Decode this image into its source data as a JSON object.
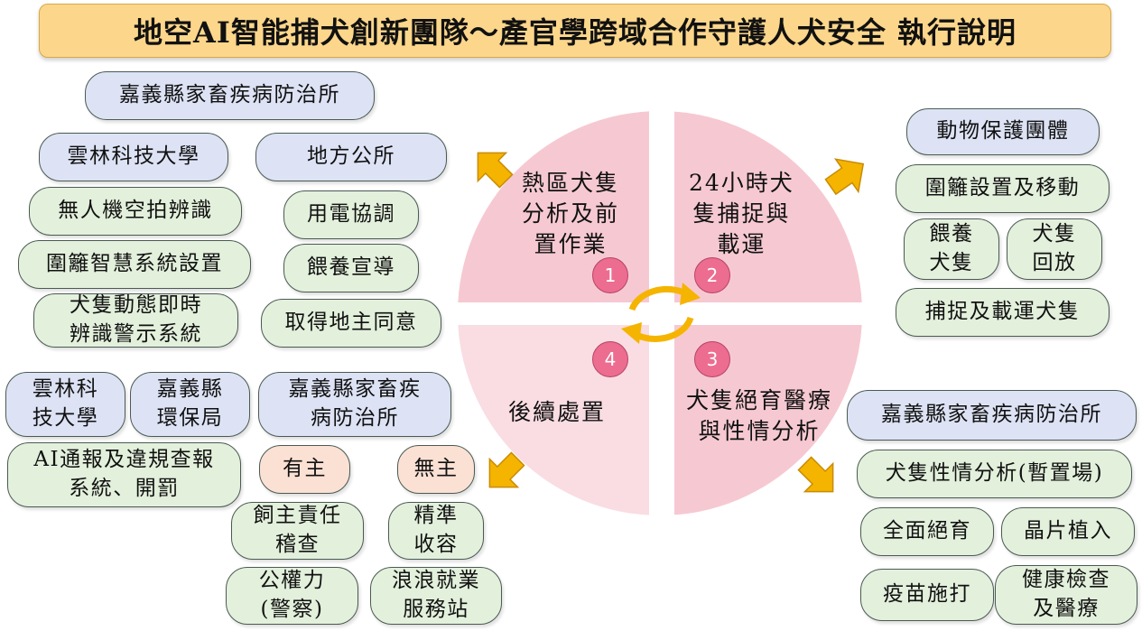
{
  "title": "地空AI智能捕犬創新團隊～產官學跨域合作守護人犬安全 執行說明",
  "quadrants": [
    {
      "number": "1",
      "text": "熱區犬隻\n分析及前\n置作業"
    },
    {
      "number": "2",
      "text": "24小時犬\n隻捕捉與\n載運"
    },
    {
      "number": "3",
      "text": "犬隻絕育醫療\n與性情分析"
    },
    {
      "number": "4",
      "text": "後續處置"
    }
  ],
  "q1": {
    "chiayi_office": "嘉義縣家畜疾病防治所",
    "yuntech": "雲林科技大學",
    "township": "地方公所",
    "drone": "無人機空拍辨識",
    "fence_system": "圍籬智慧系統設置",
    "realtime": "犬隻動態即時\n辨識警示系統",
    "power": "用電協調",
    "feeding": "餵養宣導",
    "consent": "取得地主同意"
  },
  "q2": {
    "animal_groups": "動物保護團體",
    "fence_move": "圍籬設置及移動",
    "feed_dogs": "餵養\n犬隻",
    "release": "犬隻\n回放",
    "capture": "捕捉及載運犬隻"
  },
  "q3": {
    "chiayi_office": "嘉義縣家畜疾病防治所",
    "temperament": "犬隻性情分析(暫置場)",
    "neuter": "全面絕育",
    "chip": "晶片植入",
    "vaccine": "疫苗施打",
    "health": "健康檢查\n及醫療"
  },
  "q4": {
    "yuntech": "雲林科\n技大學",
    "epb": "嘉義縣\n環保局",
    "chiayi_office": "嘉義縣家畜疾\n病防治所",
    "ai_report": "AI通報及違規查報\n系統、開罰",
    "owned": "有主",
    "stray": "無主",
    "owner_check": "飼主責任\n稽查",
    "police": "公權力\n(警察)",
    "shelter": "精準\n收容",
    "adoption": "浪浪就業\n服務站"
  }
}
